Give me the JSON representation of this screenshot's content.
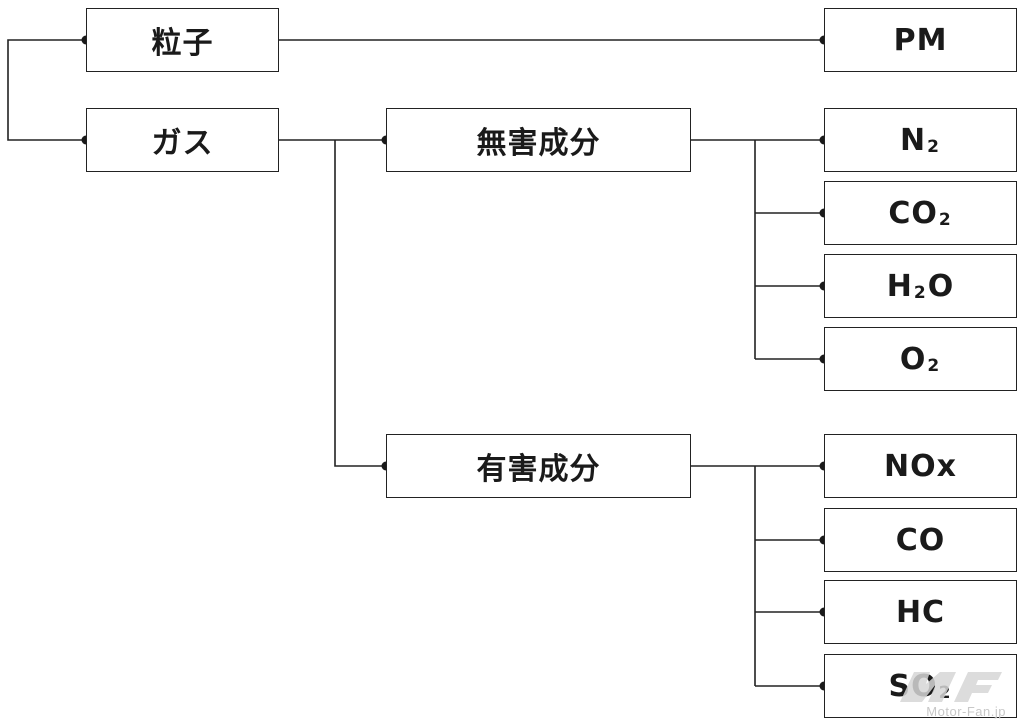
{
  "root_categories": [
    {
      "id": "particles",
      "label": "粒子"
    },
    {
      "id": "gas",
      "label": "ガス"
    }
  ],
  "gas_groups": [
    {
      "id": "harmless",
      "label": "無害成分"
    },
    {
      "id": "harmful",
      "label": "有害成分"
    }
  ],
  "components": {
    "pm": {
      "label": "PM"
    },
    "n2": {
      "base": "N",
      "sub": "2"
    },
    "co2": {
      "base": "CO",
      "sub": "2"
    },
    "h2o": {
      "pre": "H",
      "sub": "2",
      "post": "O"
    },
    "o2": {
      "base": "O",
      "sub": "2"
    },
    "nox": {
      "label": "NOx"
    },
    "co": {
      "label": "CO"
    },
    "hc": {
      "label": "HC"
    },
    "so2": {
      "base": "SO",
      "sub": "2"
    }
  },
  "watermark": {
    "text": "Motor-Fan.jp",
    "logo": "mf-logo-icon"
  },
  "colors": {
    "line": "#222222",
    "box_border": "#222222",
    "text": "#1a1a1a",
    "watermark": "#c8c8c8"
  }
}
